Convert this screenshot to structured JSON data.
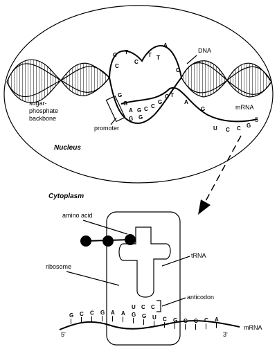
{
  "labels": {
    "dna": "DNA",
    "backbone_1": "sugar-",
    "backbone_2": "phosphate",
    "backbone_3": "backbone",
    "promoter": "promoter",
    "mrna_top": "mRNA",
    "five_prime_top": "5",
    "nucleus": "Nucleus",
    "cytoplasm": "Cytoplasm",
    "amino_acid": "amino acid",
    "trna": "tRNA",
    "ribosome": "ribosome",
    "anticodon": "anticodon",
    "mrna_bottom": "mRNA",
    "five_prime": "5'",
    "three_prime": "3'"
  },
  "bases": {
    "top_strand": [
      "C",
      "C",
      "T",
      "C",
      "T",
      "A",
      "T",
      "C"
    ],
    "template_strand": [
      "G",
      "G",
      "A",
      "G",
      "C",
      "C",
      "G",
      "G",
      "G",
      "C",
      "T",
      "A"
    ],
    "transcript_tail": [
      "G",
      "U",
      "C",
      "C",
      "G"
    ],
    "anticodon": [
      "U",
      "C",
      "C"
    ],
    "mrna_codons": [
      "G",
      "C",
      "C",
      "G",
      "A",
      "A",
      "G",
      "G",
      "U",
      "C",
      "G",
      "C",
      "C",
      "C",
      "A"
    ]
  }
}
